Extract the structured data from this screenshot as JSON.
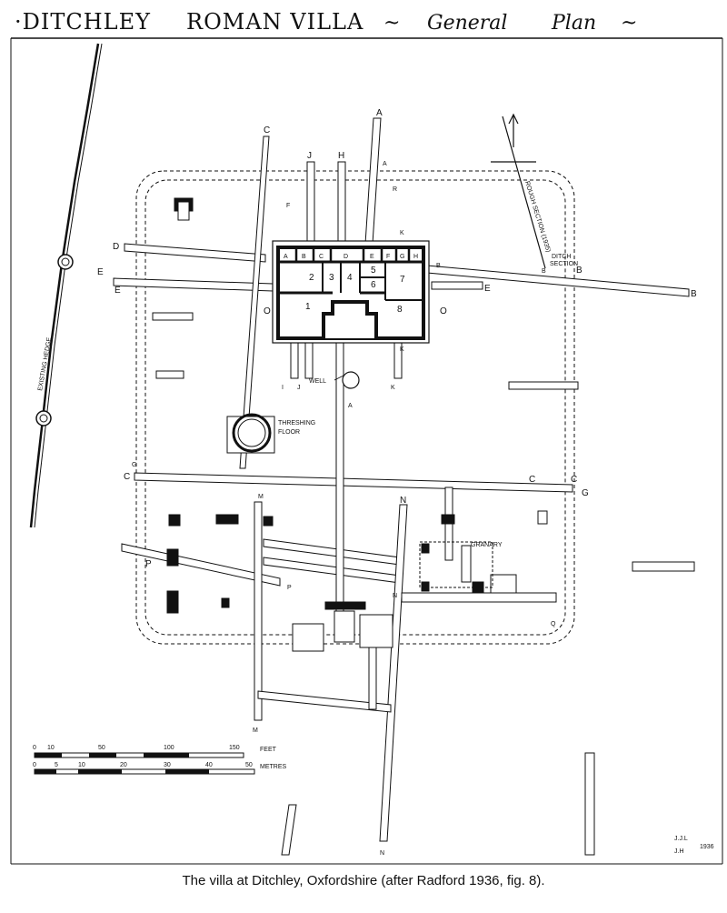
{
  "title": {
    "lead": "·DITCHLEY",
    "main": "ROMAN VILLA",
    "sep": "~",
    "sub1": "General",
    "sub2": "Plan",
    "end": "~"
  },
  "labels": {
    "A": "A",
    "B": "B",
    "C": "C",
    "D": "D",
    "E": "E",
    "F": "F",
    "G": "G",
    "H": "H",
    "I": "I",
    "J": "J",
    "K": "K",
    "M": "M",
    "N": "N",
    "O": "O",
    "P": "P",
    "Q": "Q",
    "R": "R",
    "rooms": [
      "1",
      "2",
      "3",
      "4",
      "5",
      "6",
      "7",
      "8"
    ],
    "room_letters": [
      "A",
      "B",
      "C",
      "D",
      "E",
      "F",
      "G",
      "H"
    ]
  },
  "features": {
    "well": "WELL",
    "threshing1": "THRESHING",
    "threshing2": "FLOOR",
    "granary": "GRANARY",
    "hedge": "EXISTING HEDGE",
    "ditch1": "DITCH",
    "ditch2": "SECTION",
    "plan_note": "ROUGH SECTION (1935)"
  },
  "scale": {
    "feet_label": "FEET",
    "metres_label": "METRES",
    "feet_ticks": [
      "0",
      "10",
      "50",
      "100",
      "150"
    ],
    "metres_ticks": [
      "0",
      "5",
      "10",
      "20",
      "30",
      "40",
      "50"
    ]
  },
  "signature": {
    "line1": "J.J.L",
    "line2": "J.H",
    "year": "1936"
  },
  "caption": "The villa at Ditchley, Oxfordshire (after Radford 1936, fig. 8)."
}
